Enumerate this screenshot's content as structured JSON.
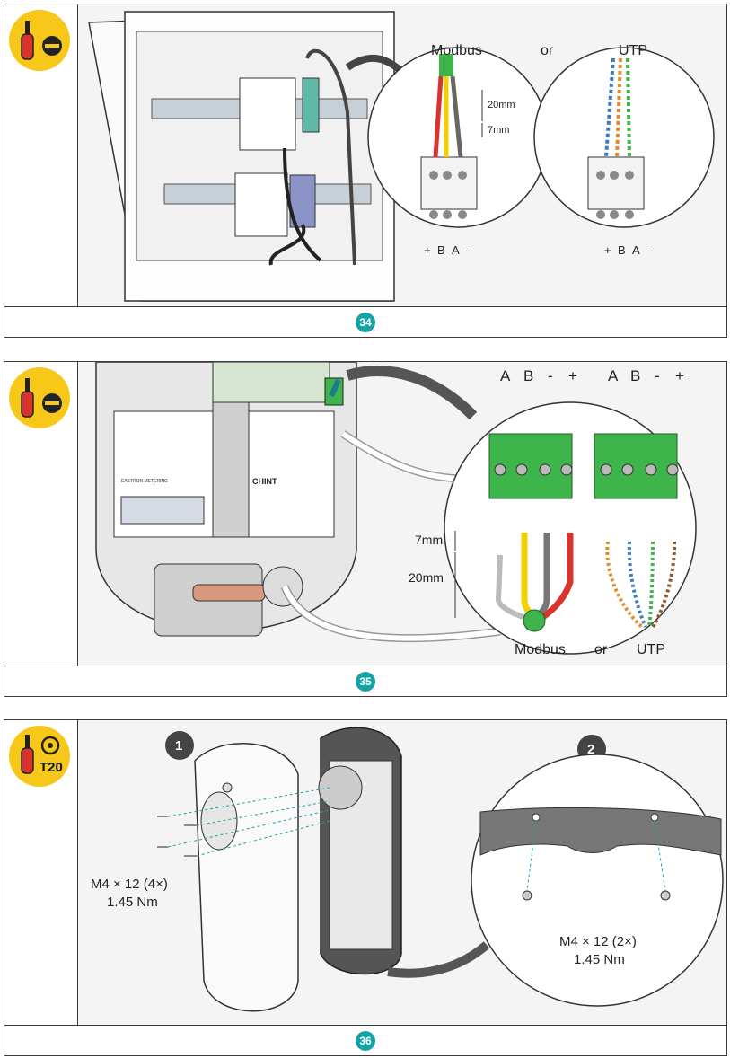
{
  "steps": [
    {
      "number": "34",
      "labels": {
        "modbus": "Modbus",
        "or": "or",
        "utp": "UTP",
        "len1": "20mm",
        "len2": "7mm",
        "term_left": [
          "+",
          "B",
          "A",
          "-"
        ],
        "term_right": [
          "+",
          "B",
          "A",
          "-"
        ]
      }
    },
    {
      "number": "35",
      "labels": {
        "terms_left": [
          "A",
          "B",
          "-",
          "+"
        ],
        "terms_right": [
          "A",
          "B",
          "-",
          "+"
        ],
        "len1": "7mm",
        "len2": "20mm",
        "modbus": "Modbus",
        "or": "or",
        "utp": "UTP"
      },
      "device_text": {
        "brand": "CHINT",
        "meter": "EASTRON METERING"
      }
    },
    {
      "number": "36",
      "tool": "T20",
      "labels": {
        "callout1": "1",
        "callout2": "2",
        "screws1_line1": "M4 × 12 (4×)",
        "screws1_line2": "1.45 Nm",
        "screws2_line1": "M4 × 12 (2×)",
        "screws2_line2": "1.45 Nm"
      }
    }
  ],
  "colors": {
    "accent": "#17a3a3",
    "tool_yellow": "#f7c81a",
    "terminal_green": "#3db54a"
  }
}
